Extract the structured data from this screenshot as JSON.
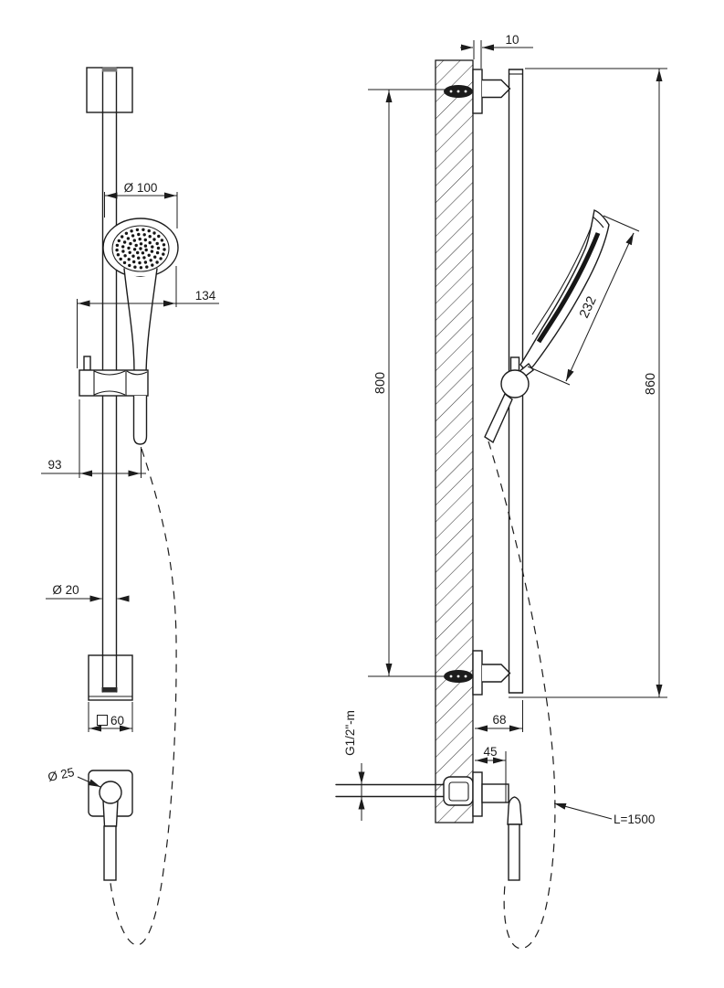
{
  "colors": {
    "line": "#1c1c1c",
    "background": "#ffffff",
    "screw_fill": "#1c1c1c",
    "rail_cap_gray": "#787878"
  },
  "dimensions": {
    "head_diameter": "Ø 100",
    "head_offset": "134",
    "slider_width": "93",
    "rail_diameter": "Ø 20",
    "bracket_size": "60",
    "outlet_diameter": "Ø 25",
    "plate_thickness": "10",
    "fixing_centres": "800",
    "rail_length": "860",
    "handshower_length": "232",
    "rail_offset": "68",
    "outlet_depth": "45",
    "connection_thread": "G1/2\"-m",
    "hose_length": "L=1500"
  }
}
